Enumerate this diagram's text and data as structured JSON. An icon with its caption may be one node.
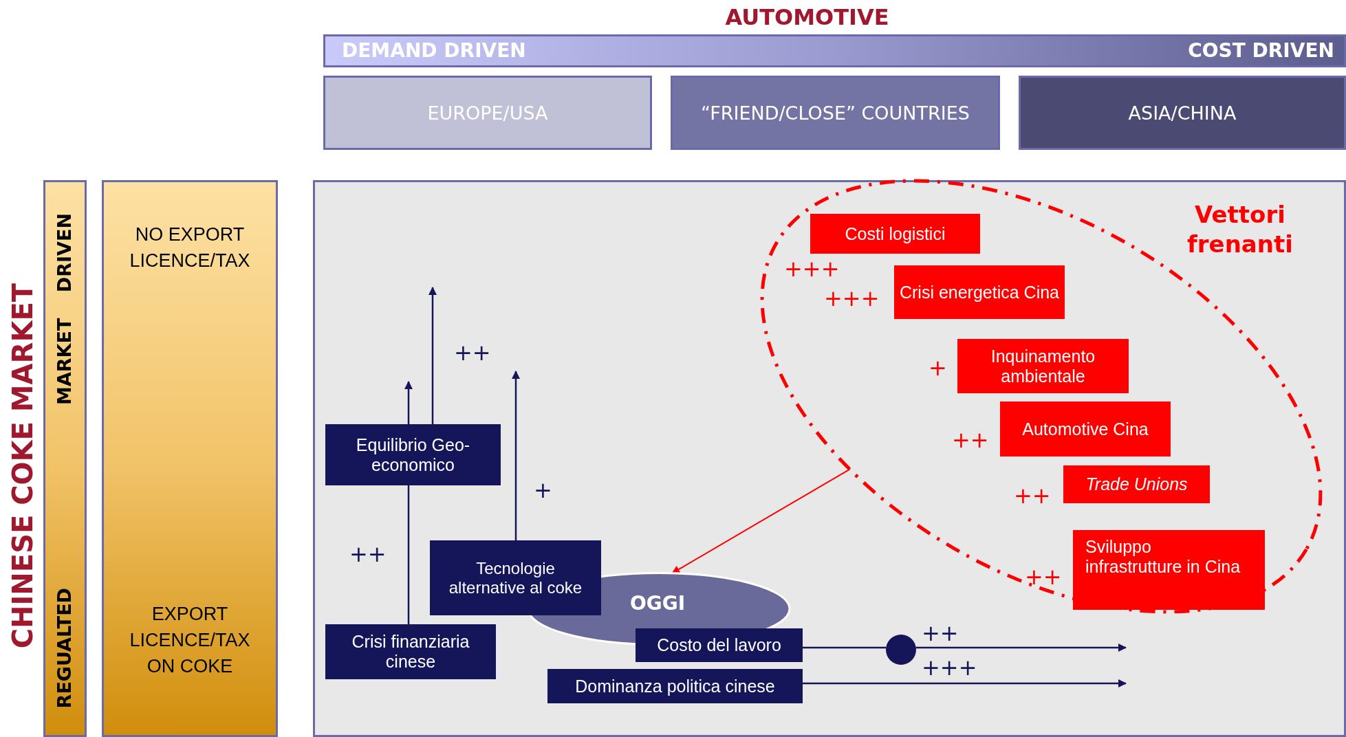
{
  "diagram": {
    "title": "AUTOMOTIVE",
    "nodes": [
      {
        "text": [
          "DEMAND DRIVEN",
          "COST DRIVEN"
        ]
      },
      {
        "text": [
          "EUROPE/USA"
        ]
      },
      {
        "text": [
          "“FRIEND/CLOSE” COUNTRIES"
        ]
      },
      {
        "text": [
          "ASIA/CHINA"
        ]
      },
      {
        "text": [
          "MARKET DRIVEN",
          "REGUALTED"
        ]
      },
      {
        "text": [
          "NO EXPORT LICENCE/TAX",
          "EXPORT LICENCE/TAX ON COKE"
        ]
      },
      {
        "text": [],
        "shape": "box"
      },
      {
        "text": [
          "Vettori frenanti"
        ],
        "in": 6
      },
      {
        "text": [
          "Costi logistici"
        ],
        "in": 7,
        "beside": [
          "+++"
        ]
      },
      {
        "text": [
          "Crisi energetica Cina"
        ],
        "in": 7,
        "beside": [
          "+++"
        ]
      },
      {
        "text": [
          "Inquinamento ambientale"
        ],
        "in": 7,
        "beside": [
          "+"
        ]
      },
      {
        "text": [
          "Automotive Cina"
        ],
        "in": 7,
        "beside": [
          "++"
        ]
      },
      {
        "text": [
          "Trade Unions"
        ],
        "in": 7,
        "beside": [
          "++"
        ]
      },
      {
        "text": [
          "Sviluppo infrastrutture in Cina"
        ],
        "in": 7,
        "beside": [
          "++"
        ]
      },
      {
        "text": [
          "OGGI"
        ],
        "in": 6
      },
      {
        "text": [
          "Equilibrio Geo-economico"
        ],
        "in": 6
      },
      {
        "text": [
          "Tecnologie alternative al coke"
        ],
        "in": 6
      },
      {
        "text": [
          "Crisi finanziaria cinese"
        ],
        "in": 6
      },
      {
        "text": [
          "Costo del lavoro"
        ],
        "in": 6
      },
      {
        "text": [
          "Dominanza politica cinese"
        ],
        "in": 6
      },
      {
        "text": [],
        "shape": "circle",
        "in": 6
      }
    ],
    "edges": [
      {
        "from": 17,
        "to": null,
        "arrow": "to",
        "label": "++"
      },
      {
        "from": 15,
        "to": null,
        "arrow": "to",
        "label": "++"
      },
      {
        "from": 16,
        "to": null,
        "arrow": "to",
        "label": "+"
      },
      {
        "from": 7,
        "to": 14,
        "arrow": "to",
        "color": "#ff0000"
      },
      {
        "from": 18,
        "to": 20,
        "arrow": "none"
      },
      {
        "from": 20,
        "to": null,
        "arrow": "to",
        "label": "++"
      },
      {
        "from": 19,
        "to": null,
        "arrow": "to",
        "label": "+++"
      }
    ],
    "labels": [
      "CHINESE COKE MARKET"
    ]
  }
}
